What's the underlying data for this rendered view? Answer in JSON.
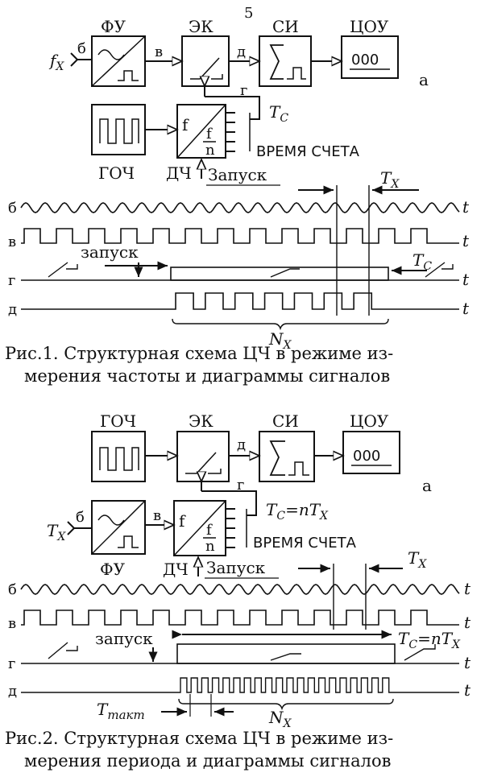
{
  "page_number": "5",
  "fig1": {
    "blocks": {
      "fu": "ФУ",
      "ek": "ЭК",
      "si": "СИ",
      "cou": "ЦОУ",
      "goch": "ГОЧ",
      "dch": "ДЧ"
    },
    "display_value": "000",
    "input": "f",
    "input_sub": "X",
    "node_b": "б",
    "node_v": "в",
    "node_d": "д",
    "node_g": "г",
    "label_a": "а",
    "tc": "T",
    "tc_sub": "C",
    "div_f": "f",
    "div_fn_top": "f",
    "div_fn_bottom": "n",
    "count_time": "ВРЕМЯ СЧЕТА",
    "start": "Запуск",
    "waveforms": {
      "rows": [
        "б",
        "в",
        "г",
        "д"
      ],
      "t": "t",
      "tx": "T",
      "tx_sub": "X",
      "start_lower": "запуск",
      "tc": "T",
      "tc_sub": "C",
      "nx": "N",
      "nx_sub": "X",
      "pulses_d": 7
    },
    "caption_line1": "Рис.1. Структурная схема ЦЧ в режиме из-",
    "caption_line2": "мерения частоты и диаграммы сигналов"
  },
  "fig2": {
    "blocks": {
      "goch": "ГОЧ",
      "ek": "ЭК",
      "si": "СИ",
      "cou": "ЦОУ",
      "fu": "ФУ",
      "dch": "ДЧ"
    },
    "display_value": "000",
    "input": "T",
    "input_sub": "X",
    "node_b": "б",
    "node_v": "в",
    "node_d": "д",
    "node_g": "г",
    "label_a": "а",
    "tc_formula": "=nT",
    "tc": "T",
    "tc_sub": "C",
    "tc_formula_sub": "X",
    "div_f": "f",
    "div_fn_top": "f",
    "div_fn_bottom": "n",
    "count_time": "ВРЕМЯ СЧЕТА",
    "start": "Запуск",
    "waveforms": {
      "rows": [
        "б",
        "в",
        "г",
        "д"
      ],
      "t": "t",
      "tx": "T",
      "tx_sub": "X",
      "start_lower": "запуск",
      "tc": "T",
      "tc_sub": "C",
      "tc_formula": "=nT",
      "tc_formula_sub": "X",
      "nx": "N",
      "nx_sub": "X",
      "ttakt": "T",
      "ttakt_sub": "такт",
      "pulses_d": 20
    },
    "caption_line1": "Рис.2. Структурная схема ЦЧ в режиме из-",
    "caption_line2": "мерения периода и диаграммы сигналов"
  }
}
